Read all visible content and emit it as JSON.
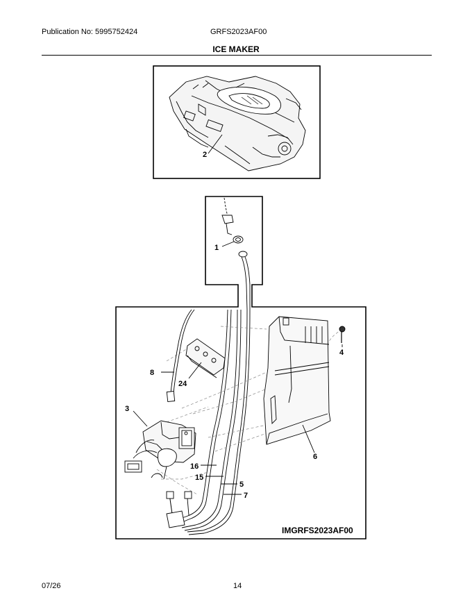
{
  "header": {
    "publication": "Publication No: 5995752424",
    "model": "GRFS2023AF00",
    "section_title": "ICE MAKER"
  },
  "diagram": {
    "callouts": {
      "c1": "1",
      "c2": "2",
      "c3": "3",
      "c4": "4",
      "c5": "5",
      "c6": "6",
      "c7": "7",
      "c8": "8",
      "c15": "15",
      "c16": "16",
      "c24": "24"
    },
    "image_id": "IMGRFS2023AF00"
  },
  "footer": {
    "date": "07/26",
    "page": "14"
  }
}
